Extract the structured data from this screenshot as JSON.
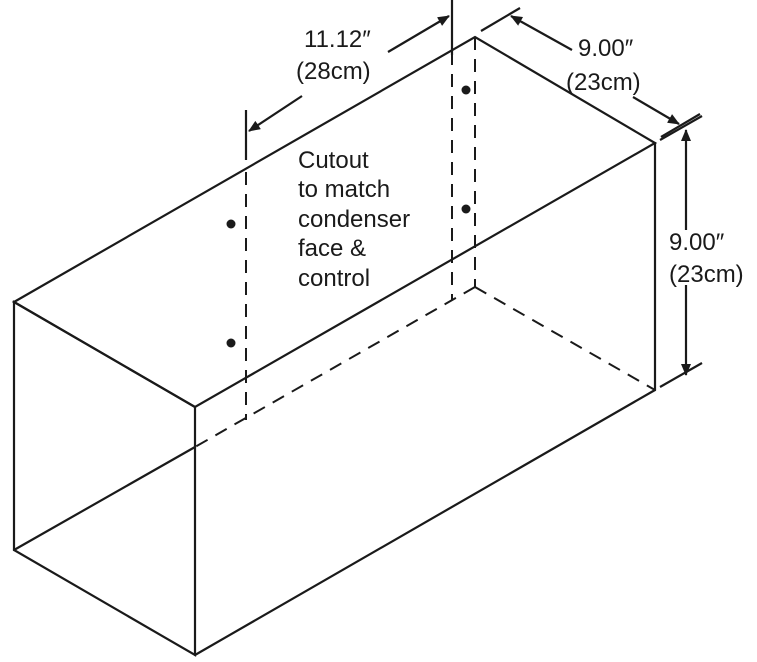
{
  "labels": {
    "width_in": "11.12″",
    "width_cm": "(28cm)",
    "depth_in": "9.00″",
    "depth_cm": "(23cm)",
    "height_in": "9.00″",
    "height_cm": "(23cm)",
    "note_lines": [
      "Cutout",
      "to match",
      "condenser",
      "face &",
      "control"
    ]
  },
  "colors": {
    "line": "#1a1a1a",
    "background": "#ffffff"
  }
}
